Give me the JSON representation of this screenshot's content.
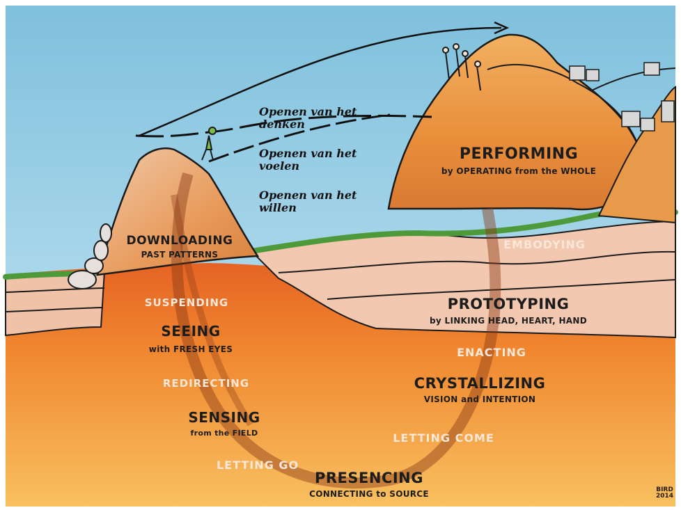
{
  "annotations": {
    "denken": "Openen van het denken",
    "voelen": "Openen van het voelen",
    "willen": "Openen van het willen"
  },
  "labels": {
    "downloading": "DOWNLOADING",
    "downloading_sub": "PAST PATTERNS",
    "suspending": "SUSPENDING",
    "seeing": "SEEING",
    "seeing_sub": "with FRESH EYES",
    "redirecting": "REDIRECTING",
    "sensing": "SENSING",
    "sensing_sub": "from the FIELD",
    "letting_go": "LETTING GO",
    "presencing": "PRESENCING",
    "presencing_sub": "CONNECTING to SOURCE",
    "letting_come": "LETTING COME",
    "crystallizing": "CRYSTALLIZING",
    "crystallizing_sub": "VISION and INTENTION",
    "enacting": "ENACTING",
    "prototyping": "PROTOTYPING",
    "prototyping_sub": "by LINKING HEAD, HEART, HAND",
    "embodying": "EMBODYING",
    "performing": "PERFORMING",
    "performing_sub": "by OPERATING from the WHOLE"
  },
  "signature": {
    "name": "BIRD",
    "year": "2014"
  },
  "colors": {
    "sky": "#8fcbe0",
    "rock": "#e8a85a",
    "earth_top": "#e8652a",
    "earth_bottom": "#f7b24a",
    "grass": "#4e9a3a"
  }
}
